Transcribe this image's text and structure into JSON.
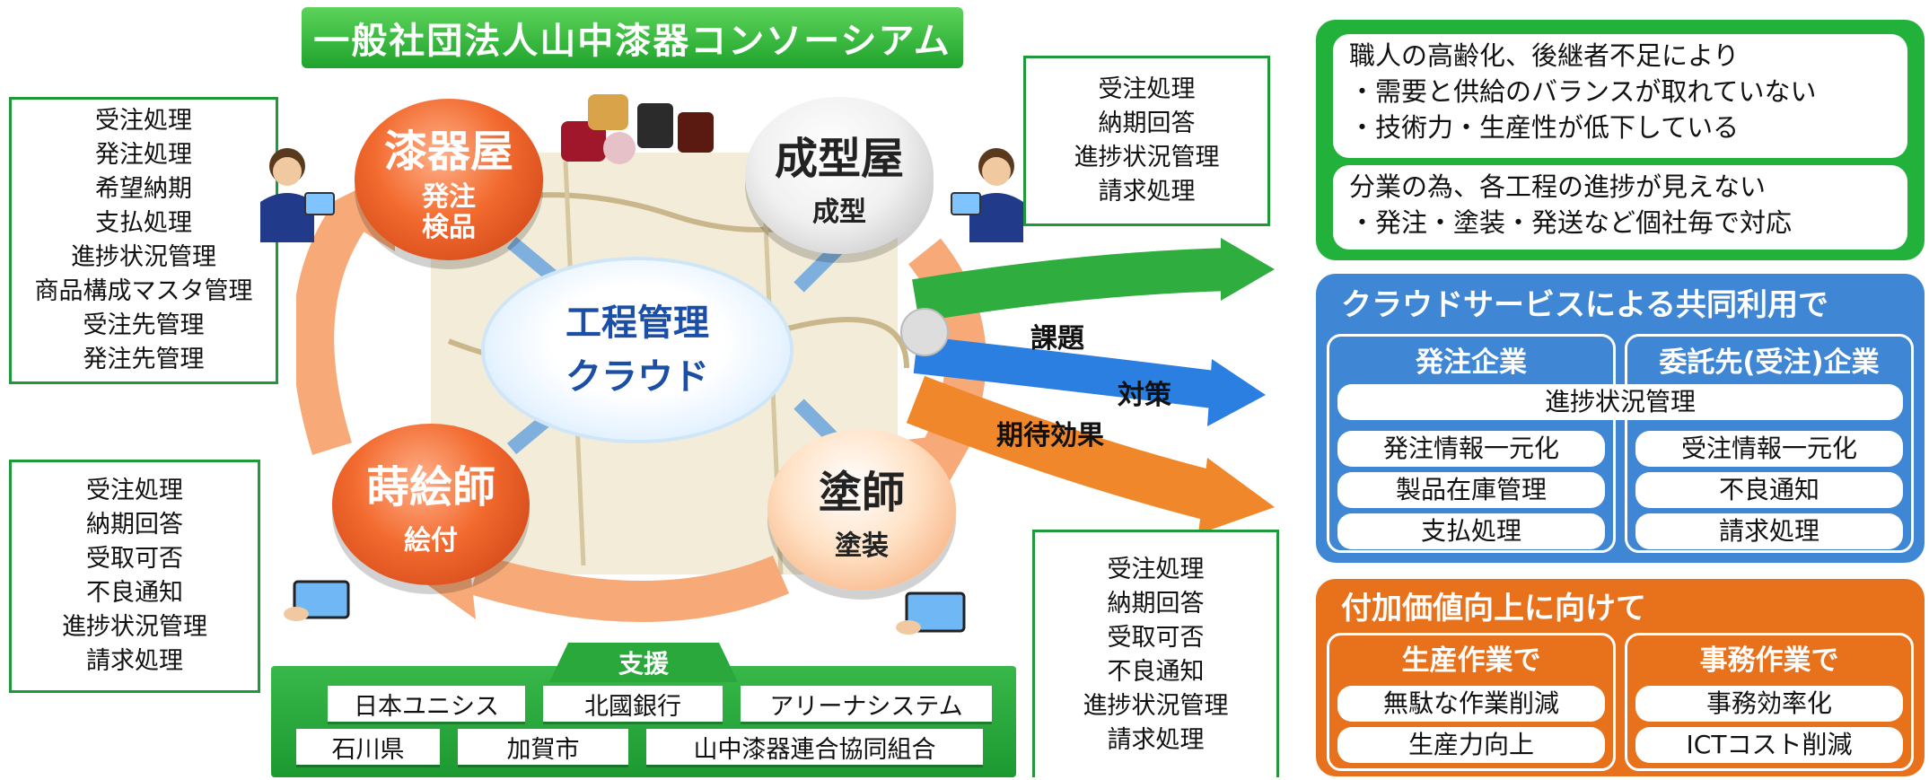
{
  "title": "一般社団法人山中漆器コンソーシアム",
  "colors": {
    "green": "#22b23c",
    "blue": "#3f86d4",
    "orange": "#e8711c"
  },
  "left_top_box": [
    "受注処理",
    "発注処理",
    "希望納期",
    "支払処理",
    "進捗状況管理",
    "商品構成マスタ管理",
    "受注先管理",
    "発注先管理"
  ],
  "left_bottom_box": [
    "受注処理",
    "納期回答",
    "受取可否",
    "不良通知",
    "進捗状況管理",
    "請求処理"
  ],
  "right_top_box": [
    "受注処理",
    "納期回答",
    "進捗状況管理",
    "請求処理"
  ],
  "right_bottom_box": [
    "受注処理",
    "納期回答",
    "受取可否",
    "不良通知",
    "進捗状況管理",
    "請求処理"
  ],
  "nodes": {
    "shikkiya": {
      "name": "漆器屋",
      "sub1": "発注",
      "sub2": "検品"
    },
    "seikeiya": {
      "name": "成型屋",
      "sub1": "成型"
    },
    "makieshi": {
      "name": "蒔絵師",
      "sub1": "絵付"
    },
    "nurishi": {
      "name": "塗師",
      "sub1": "塗装"
    }
  },
  "cloud": {
    "line1": "工程管理",
    "line2": "クラウド"
  },
  "arrows": {
    "kadai": "課題",
    "taisaku": "対策",
    "kitai": "期待効果"
  },
  "support": {
    "title": "支援",
    "row1": [
      "日本ユニシス",
      "北國銀行",
      "アリーナシステム"
    ],
    "row2": [
      "石川県",
      "加賀市",
      "山中漆器連合協同組合"
    ]
  },
  "issues": {
    "block1": [
      "職人の高齢化、後継者不足により",
      "・需要と供給のバランスが取れていない",
      "・技術力・生産性が低下している"
    ],
    "block2": [
      "分業の為、各工程の進捗が見えない",
      "・発注・塗装・発送など個社毎で対応"
    ]
  },
  "cloud_service": {
    "title": "クラウドサービスによる共同利用で",
    "left_head": "発注企業",
    "right_head": "委託先(受注)企業",
    "shared": "進捗状況管理",
    "left_items": [
      "発注情報一元化",
      "製品在庫管理",
      "支払処理"
    ],
    "right_items": [
      "受注情報一元化",
      "不良通知",
      "請求処理"
    ]
  },
  "value_add": {
    "title": "付加価値向上に向けて",
    "left_head": "生産作業で",
    "right_head": "事務作業で",
    "left_items": [
      "無駄な作業削減",
      "生産力向上"
    ],
    "right_items": [
      "事務効率化",
      "ICTコスト削減"
    ]
  }
}
